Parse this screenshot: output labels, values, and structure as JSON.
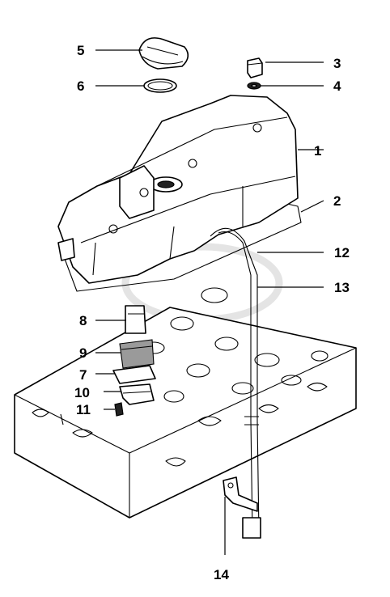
{
  "callouts": [
    {
      "id": "1",
      "label": "1"
    },
    {
      "id": "2",
      "label": "2"
    },
    {
      "id": "3",
      "label": "3"
    },
    {
      "id": "4",
      "label": "4"
    },
    {
      "id": "5",
      "label": "5"
    },
    {
      "id": "6",
      "label": "6"
    },
    {
      "id": "7",
      "label": "7"
    },
    {
      "id": "8",
      "label": "8"
    },
    {
      "id": "9",
      "label": "9"
    },
    {
      "id": "10",
      "label": "10"
    },
    {
      "id": "11",
      "label": "11"
    },
    {
      "id": "12",
      "label": "12"
    },
    {
      "id": "13",
      "label": "13"
    },
    {
      "id": "14",
      "label": "14"
    }
  ],
  "colors": {
    "line": "#000000",
    "background": "#ffffff",
    "watermark": "#c9c9c9"
  }
}
